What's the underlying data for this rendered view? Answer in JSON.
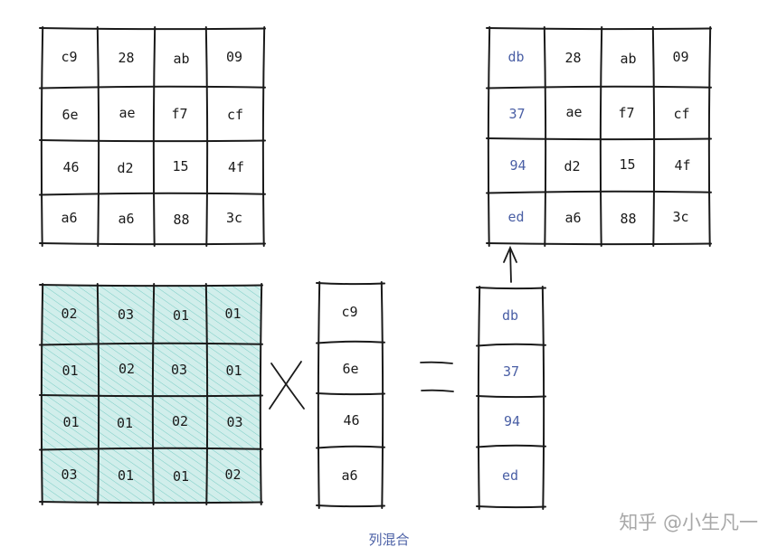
{
  "state_matrix": {
    "rows": [
      [
        "c9",
        "28",
        "ab",
        "09"
      ],
      [
        "6e",
        "ae",
        "f7",
        "cf"
      ],
      [
        "46",
        "d2",
        "15",
        "4f"
      ],
      [
        "a6",
        "a6",
        "88",
        "3c"
      ]
    ]
  },
  "mix_matrix": {
    "rows": [
      [
        "02",
        "03",
        "01",
        "01"
      ],
      [
        "01",
        "02",
        "03",
        "01"
      ],
      [
        "01",
        "01",
        "02",
        "03"
      ],
      [
        "03",
        "01",
        "01",
        "02"
      ]
    ],
    "fill_color": "#5bc2b8"
  },
  "input_column": [
    "c9",
    "6e",
    "46",
    "a6"
  ],
  "output_column": [
    "db",
    "37",
    "94",
    "ed"
  ],
  "result_matrix": {
    "rows": [
      [
        "db",
        "28",
        "ab",
        "09"
      ],
      [
        "37",
        "ae",
        "f7",
        "cf"
      ],
      [
        "94",
        "d2",
        "15",
        "4f"
      ],
      [
        "ed",
        "a6",
        "88",
        "3c"
      ]
    ],
    "highlight_column": 0,
    "highlight_color": "#4a5fa5"
  },
  "operators": {
    "multiply": "×",
    "equals": "="
  },
  "caption": "列混合",
  "watermark": "知乎 @小生凡一"
}
